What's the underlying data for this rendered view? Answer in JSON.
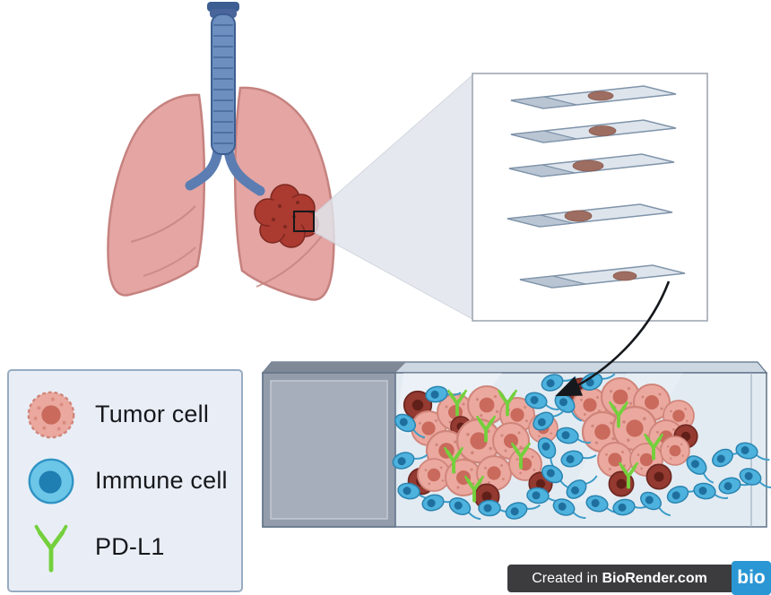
{
  "figure": {
    "legend": {
      "items": [
        {
          "id": "tumor-cell",
          "label": "Tumor cell",
          "color": "#EBA89E"
        },
        {
          "id": "immune-cell",
          "label": "Immune cell",
          "color": "#6CC6E8"
        },
        {
          "id": "pdl1",
          "label": "PD-L1",
          "color": "#74D03C"
        }
      ]
    },
    "credit": {
      "prefix": "Created in ",
      "brand": "BioRender.com",
      "logo_text": "bio"
    },
    "colors": {
      "lung_pink": "#E4A5A3",
      "trachea_blue": "#6D8FC0",
      "tumor_red": "#A93A30",
      "tumor_cell_pink": "#EBA89E",
      "tumor_cell_dark": "#943A31",
      "immune_blue": "#4DB2DD",
      "pdl1_green": "#74D03C",
      "slide_glass": "#DDE4EC",
      "legend_bg": "#E9EEF6",
      "banner_bg": "#3C3C3E",
      "logo_blue": "#2A97D4"
    }
  }
}
